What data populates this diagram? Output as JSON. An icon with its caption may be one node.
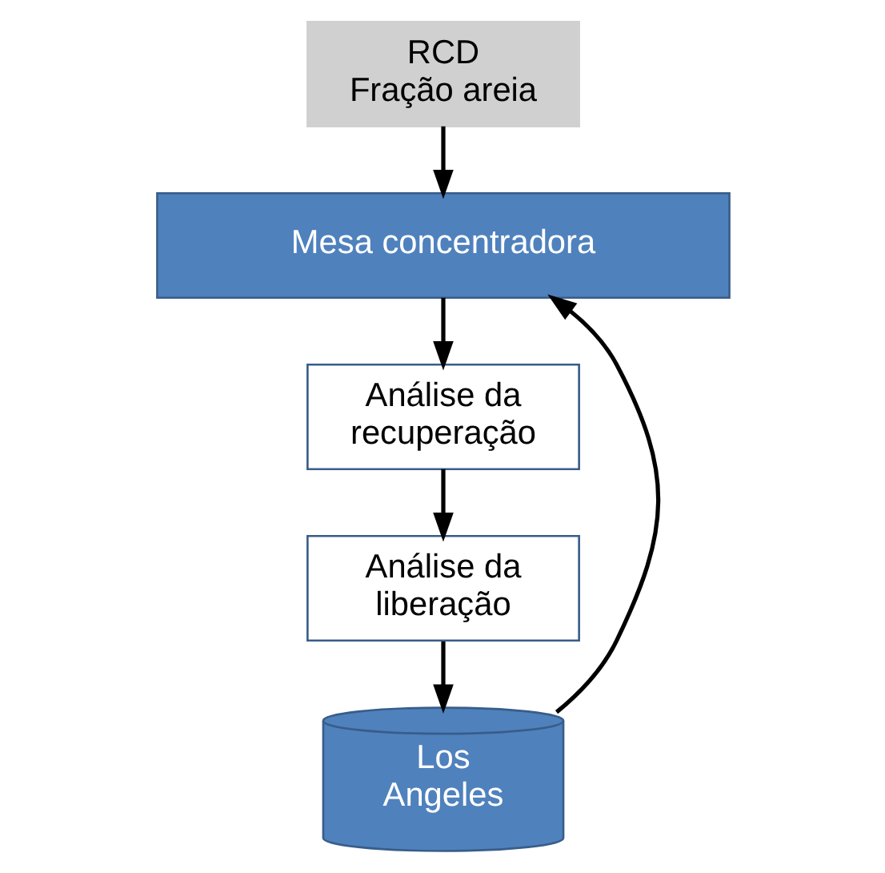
{
  "diagram": {
    "nodes": [
      {
        "text": [
          "RCD",
          "Fração areia"
        ]
      },
      {
        "text": [
          "Mesa concentradora"
        ]
      },
      {
        "text": [
          "Análise da recuperação"
        ]
      },
      {
        "text": [
          "Análise da liberação"
        ]
      },
      {
        "text": [
          "Los Angeles"
        ]
      }
    ],
    "edges": [
      {
        "from": 0,
        "to": 1,
        "arrow": "to"
      },
      {
        "from": 1,
        "to": 2,
        "arrow": "to"
      },
      {
        "from": 2,
        "to": 3,
        "arrow": "to"
      },
      {
        "from": 3,
        "to": 4,
        "arrow": "to"
      },
      {
        "from": 4,
        "to": 1,
        "arrow": "to"
      }
    ]
  }
}
